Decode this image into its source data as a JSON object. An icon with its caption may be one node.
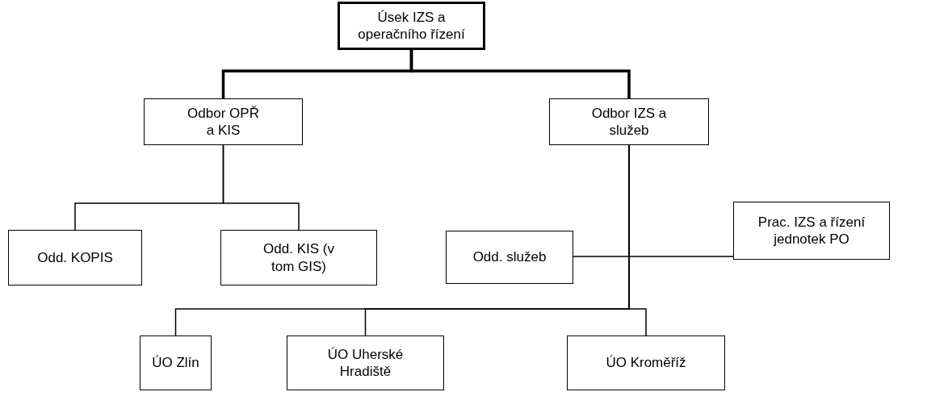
{
  "diagram": {
    "nodes": [
      {
        "text": [
          "Úsek IZS a operačního řízení"
        ]
      },
      {
        "text": [
          "Odbor OPŘ a KIS"
        ]
      },
      {
        "text": [
          "Odbor IZS a služeb"
        ]
      },
      {
        "text": [
          "Odd. KOPIS"
        ]
      },
      {
        "text": [
          "Odd. KIS (v tom GIS)"
        ]
      },
      {
        "text": [
          "Odd. služeb"
        ]
      },
      {
        "text": [
          "Prac. IZS a řízení jednotek PO"
        ]
      },
      {
        "text": [
          "ÚO Zlín"
        ]
      },
      {
        "text": [
          "ÚO Uherské Hradiště"
        ]
      },
      {
        "text": [
          "ÚO Kroměříž"
        ]
      }
    ],
    "edges": [
      {
        "from": 0,
        "to": 1,
        "arrow": "none",
        "style": "thick"
      },
      {
        "from": 0,
        "to": 2,
        "arrow": "none",
        "style": "thick"
      },
      {
        "from": 1,
        "to": 3,
        "arrow": "none"
      },
      {
        "from": 1,
        "to": 4,
        "arrow": "none"
      },
      {
        "from": 2,
        "to": 5,
        "arrow": "none"
      },
      {
        "from": 2,
        "to": 6,
        "arrow": "none"
      },
      {
        "from": 2,
        "to": 7,
        "arrow": "none"
      },
      {
        "from": 2,
        "to": 8,
        "arrow": "none"
      },
      {
        "from": 2,
        "to": 9,
        "arrow": "none"
      }
    ]
  }
}
